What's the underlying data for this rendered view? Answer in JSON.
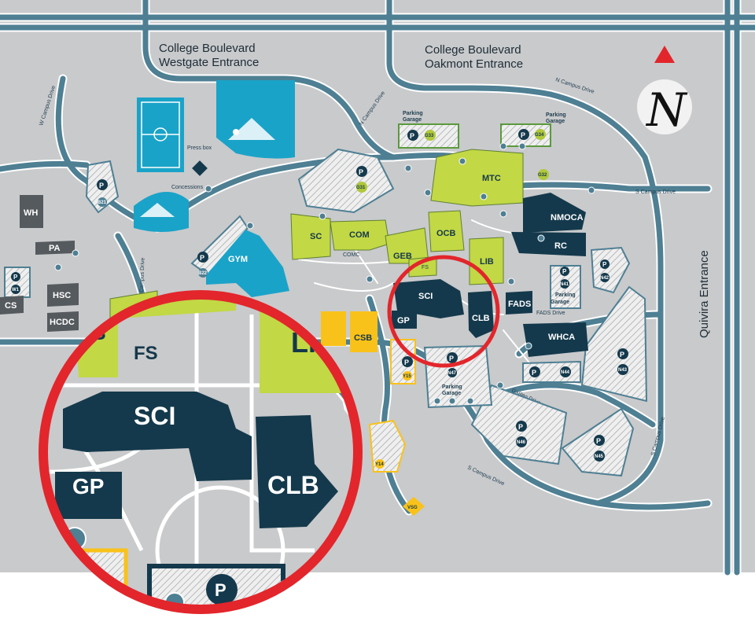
{
  "map": {
    "entrances": {
      "westgate_line1": "College Boulevard",
      "westgate_line2": "Westgate Entrance",
      "oakmont_line1": "College Boulevard",
      "oakmont_line2": "Oakmont Entrance",
      "quivira": "Quivira Entrance"
    },
    "compass": {
      "letter": "N"
    },
    "roads": {
      "w_campus_drive": "W Campus Drive",
      "n_campus_drive_1": "N Campus Drive",
      "n_campus_drive_2": "N Campus Drive",
      "s_campus_drive_east": "S Campus Drive",
      "s_campus_drive_south": "S Campus Drive",
      "s_campus_drive_right": "S Campus Drive",
      "galileo_drive": "Galileo Drive",
      "fads_drive": "FADS Drive",
      "campus_drive_west": "Campus Drive"
    },
    "features": {
      "press_box": "Press box",
      "concessions": "Concessions"
    },
    "buildings": {
      "WH": "WH",
      "PA": "PA",
      "CS": "CS",
      "HSC": "HSC",
      "HCDC": "HCDC",
      "GYM": "GYM",
      "SC": "SC",
      "COM": "COM",
      "COMC": "COMC",
      "GEB": "GEB",
      "OCB": "OCB",
      "MTC": "MTC",
      "LIB": "LIB",
      "FS": "FS",
      "SCI": "SCI",
      "GP": "GP",
      "CLB": "CLB",
      "CSB": "CSB",
      "NMOCA": "NMOCA",
      "RC": "RC",
      "FADS": "FADS",
      "WHCA": "WHCA",
      "VSG": "VSG"
    },
    "parking_garages": {
      "north_1_line1": "Parking",
      "north_1_line2": "Garage",
      "north_2_line1": "Parking",
      "north_2_line2": "Garage",
      "east_line1": "Parking",
      "east_line2": "Garage",
      "south_line1": "Parking",
      "south_line2": "Garage"
    },
    "parking_lots": {
      "B21": "B21",
      "B22": "B22",
      "W1": "W1",
      "G31": "G31",
      "G33": "G33",
      "G34": "G34",
      "G32": "G32",
      "N41": "N41",
      "N42": "N42",
      "N43": "N43",
      "N44": "N44",
      "N45": "N45",
      "N46": "N46",
      "N47": "N47",
      "Y15": "Y15",
      "Y14": "Y14"
    },
    "parking_symbol": "P"
  },
  "zoom_inset": {
    "buildings": {
      "FS": "FS",
      "LIB": "LIB",
      "SCI": "SCI",
      "GP": "GP",
      "CLB": "CLB",
      "CLB_top": "B"
    }
  },
  "colors": {
    "background": "#c9cacc",
    "road": "#4e7f93",
    "road_edge": "#ffffff",
    "lime_building": "#c2d845",
    "navy_building": "#14394c",
    "teal_building": "#1aa3c8",
    "yellow_building": "#f9c21a",
    "parking_fill": "#efefef",
    "highlight_red": "#e2262b",
    "compass_arrow": "#e2262b"
  }
}
